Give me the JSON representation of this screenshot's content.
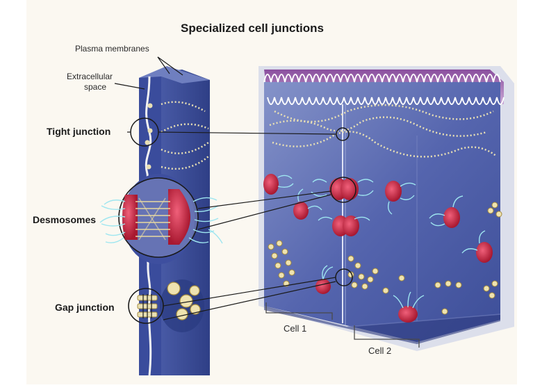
{
  "title": "Specialized cell junctions",
  "labels": {
    "plasma_membranes": "Plasma membranes",
    "extracellular_line1": "Extracellular",
    "extracellular_line2": "space",
    "tight_junction": "Tight junction",
    "desmosomes": "Desmosomes",
    "gap_junction": "Gap junction",
    "cell1": "Cell 1",
    "cell2": "Cell 2"
  },
  "colors": {
    "membrane_blue": "#3b4f9c",
    "cell_interior": "#5868b0",
    "desmosome_red": "#c8273f",
    "microvilli_purple": "#9a5aa6",
    "filament_cyan": "#7fd6e4",
    "junction_beads": "#e9e0b4"
  }
}
